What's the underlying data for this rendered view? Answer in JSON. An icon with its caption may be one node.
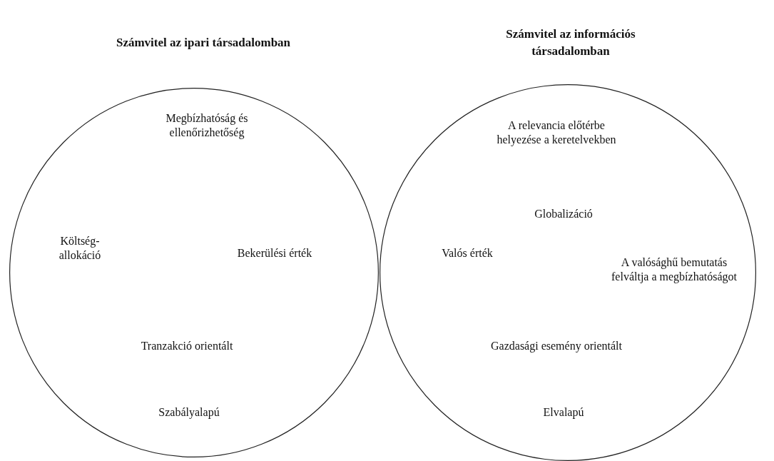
{
  "diagram": {
    "nodes": [
      {
        "text": [
          "Számvitel az ipari társadalomban",
          "Megbízhatóság és ellenőrizhetőség",
          "Költség-allokáció",
          "Bekerülési érték",
          "Tranzakció orientált",
          "Szabályalapú"
        ]
      },
      {
        "text": [
          "Számvitel az információs társadalomban",
          "A relevancia előtérbe helyezése a keretelvekben",
          "Globalizáció",
          "Valós érték",
          "A valósághű bemutatás felváltja a megbízhatóságot",
          "Gazdasági esemény orientált",
          "Elvalapú"
        ]
      }
    ]
  }
}
